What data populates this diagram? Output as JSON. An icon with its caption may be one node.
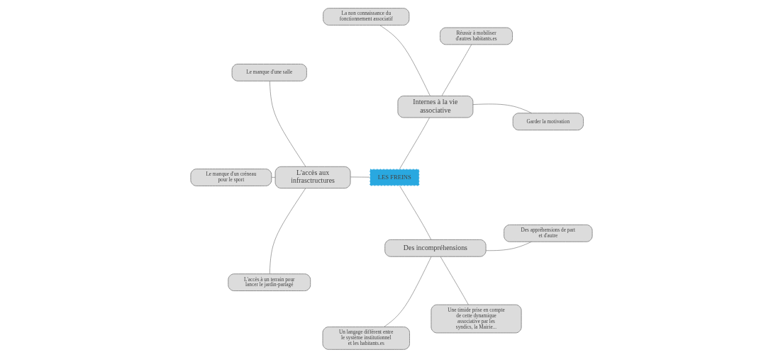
{
  "diagram": {
    "nodes": [
      {
        "text": [
          "LES FREINS"
        ]
      },
      {
        "text": [
          "Internes à la vie associative"
        ]
      },
      {
        "text": [
          "Garder la motivation"
        ]
      },
      {
        "text": [
          "Réussir à mobiliser d'autres habitants.es"
        ]
      },
      {
        "text": [
          "La non connaissance du fonctionnement associatif"
        ]
      },
      {
        "text": [
          "L'accès aux infrasctructures"
        ]
      },
      {
        "text": [
          "Le manque d'une salle"
        ]
      },
      {
        "text": [
          "Le manque d'un créneau pour le sport"
        ]
      },
      {
        "text": [
          "L'accès à un terrain pour lancer le jardin-partagé"
        ]
      },
      {
        "text": [
          "Des incompréhensions"
        ]
      },
      {
        "text": [
          "Un langage différent entre le système institutionnel et les habitants.es"
        ]
      },
      {
        "text": [
          "Une timide prise en compte de cette dynamique associative par les syndics, la Mairie..."
        ]
      },
      {
        "text": [
          "Des appréhensions de part et d'autre"
        ]
      }
    ],
    "edges": [
      {
        "from": 0,
        "to": 1,
        "arrow": "none"
      },
      {
        "from": 1,
        "to": 2,
        "arrow": "none"
      },
      {
        "from": 1,
        "to": 3,
        "arrow": "none"
      },
      {
        "from": 1,
        "to": 4,
        "arrow": "none"
      },
      {
        "from": 0,
        "to": 5,
        "arrow": "none"
      },
      {
        "from": 5,
        "to": 6,
        "arrow": "none"
      },
      {
        "from": 5,
        "to": 7,
        "arrow": "none"
      },
      {
        "from": 5,
        "to": 8,
        "arrow": "none"
      },
      {
        "from": 0,
        "to": 9,
        "arrow": "none"
      },
      {
        "from": 9,
        "to": 10,
        "arrow": "none"
      },
      {
        "from": 9,
        "to": 11,
        "arrow": "none"
      },
      {
        "from": 9,
        "to": 12,
        "arrow": "none"
      }
    ]
  }
}
